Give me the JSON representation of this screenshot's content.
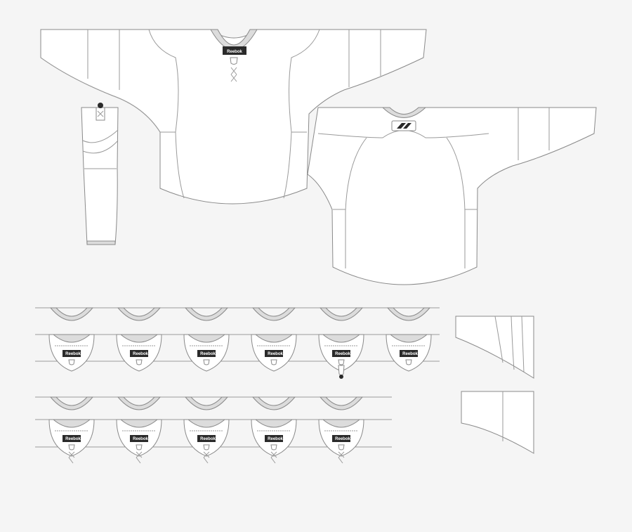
{
  "brand": {
    "label": "Reebok",
    "logo": "rbk-vector-logo"
  },
  "colors": {
    "background": "#f5f5f5",
    "outline": "#8a8a8a",
    "jersey": "#ffffff",
    "collar_band": "#dcdcdc",
    "tag": "#2a2a2a"
  },
  "icons": [
    "nhl-shield-icon",
    "lace-icon",
    "rbk-logo-icon"
  ],
  "templates": {
    "front_jersey": {
      "collar": "lace-up"
    },
    "back_jersey": {
      "collar": "crew"
    },
    "sock": {},
    "sleeve_striped": {
      "stripes": 3
    },
    "sleeve_plain": {
      "stripes": 0
    }
  },
  "collar_rows": [
    {
      "count": 6,
      "variants": [
        "plain",
        "shaded",
        "plain",
        "shaded",
        "drop",
        "plain"
      ]
    },
    {
      "count": 5,
      "variants": [
        "lace",
        "shaded-lace",
        "lace",
        "lace",
        "shaded-lace"
      ]
    }
  ]
}
